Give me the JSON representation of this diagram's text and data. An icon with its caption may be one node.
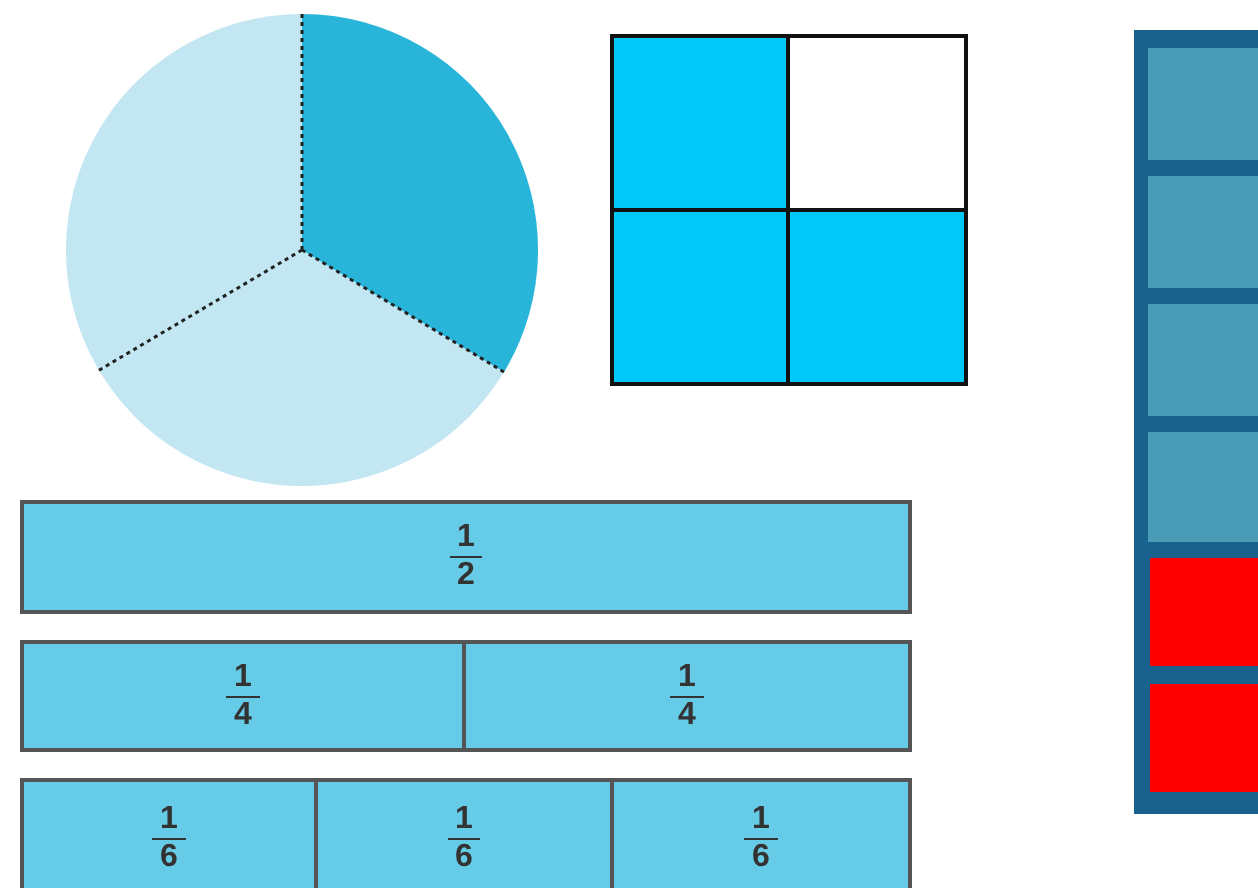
{
  "diagram": {
    "nodes": [
      {
        "text": [
          "1",
          "2"
        ]
      },
      {
        "text": [
          "1",
          "4"
        ]
      },
      {
        "text": [
          "1",
          "4"
        ]
      },
      {
        "text": [
          "1",
          "6"
        ]
      },
      {
        "text": [
          "1",
          "6"
        ]
      },
      {
        "text": [
          "1",
          "6"
        ]
      }
    ]
  }
}
